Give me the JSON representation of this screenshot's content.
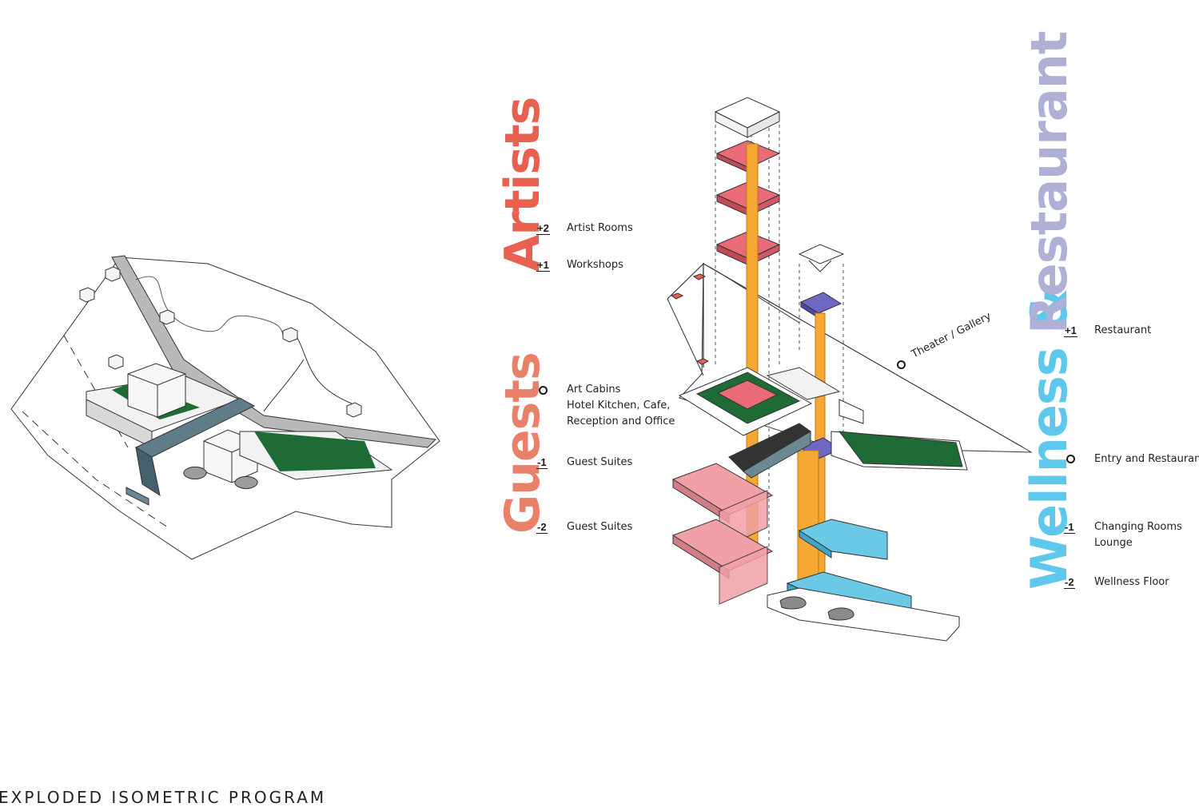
{
  "colors": {
    "artists": "#e8604f",
    "guests": "#e8806a",
    "wellness": "#5ec8ec",
    "restaurant": "#aeb0d6",
    "circulation": "#f5a833",
    "artists_floor": "#e96b78",
    "guests_floor": "#f0a0a6",
    "wellness_floor": "#6cc9e6",
    "restaurant_floor": "#6e67c4",
    "grass": "#1e6b35",
    "glass": "#5f7c88"
  },
  "headings": {
    "artists": "Artists",
    "guests": "Guests",
    "wellness": "Wellness &",
    "restaurant": "Restaurant"
  },
  "artists_levels": [
    {
      "level": "+2",
      "label": "Artist Rooms"
    },
    {
      "level": "+1",
      "label": "Workshops"
    }
  ],
  "guests_levels": [
    {
      "level": "0",
      "lines": [
        "Art Cabins",
        "Hotel Kitchen, Cafe,",
        "Reception and Office"
      ]
    },
    {
      "level": "-1",
      "label": "Guest Suites"
    },
    {
      "level": "-2",
      "label": "Guest Suites"
    }
  ],
  "wellness_levels": [
    {
      "level": "+1",
      "label": "Restaurant"
    },
    {
      "level": "0",
      "label": "Entry and Restaurant"
    },
    {
      "level": "-1",
      "lines": [
        "Changing Rooms",
        "Lounge"
      ]
    },
    {
      "level": "-2",
      "label": "Wellness Floor"
    }
  ],
  "theater_label": "Theater / Gallery",
  "caption": "EXPLODED ISOMETRIC  PROGRAM"
}
